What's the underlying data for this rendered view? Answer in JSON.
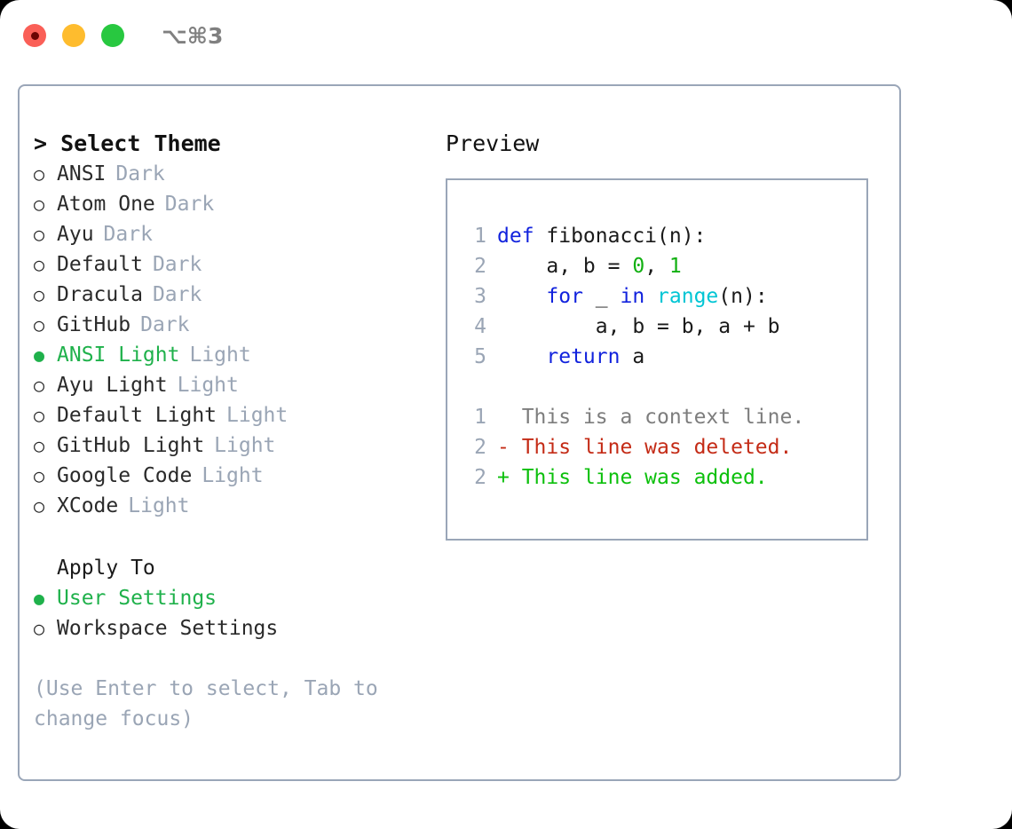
{
  "titlebar": {
    "shortcut": "⌥⌘3",
    "buttons": [
      {
        "name": "close",
        "color": "#fa5f57"
      },
      {
        "name": "minimize",
        "color": "#febc2e"
      },
      {
        "name": "zoom",
        "color": "#28c840"
      }
    ]
  },
  "colors": {
    "accent_green": "#1fb14b",
    "muted": "#9aa5b5",
    "border": "#9aa6b8",
    "keyword": "#1122dd",
    "builtin": "#00c5d4",
    "number": "#12b012",
    "diff_add": "#0cc00c",
    "diff_del": "#c42b16",
    "diff_ctx": "#7d7d7d"
  },
  "left": {
    "title": "> Select Theme",
    "themes": [
      {
        "marker": "○",
        "name": "ANSI",
        "variant": "Dark",
        "selected": false
      },
      {
        "marker": "○",
        "name": "Atom One",
        "variant": "Dark",
        "selected": false
      },
      {
        "marker": "○",
        "name": "Ayu",
        "variant": "Dark",
        "selected": false
      },
      {
        "marker": "○",
        "name": "Default",
        "variant": "Dark",
        "selected": false
      },
      {
        "marker": "○",
        "name": "Dracula",
        "variant": "Dark",
        "selected": false
      },
      {
        "marker": "○",
        "name": "GitHub",
        "variant": "Dark",
        "selected": false
      },
      {
        "marker": "●",
        "name": "ANSI Light",
        "variant": "Light",
        "selected": true
      },
      {
        "marker": "○",
        "name": "Ayu Light",
        "variant": "Light",
        "selected": false
      },
      {
        "marker": "○",
        "name": "Default Light",
        "variant": "Light",
        "selected": false
      },
      {
        "marker": "○",
        "name": "GitHub Light",
        "variant": "Light",
        "selected": false
      },
      {
        "marker": "○",
        "name": "Google Code",
        "variant": "Light",
        "selected": false
      },
      {
        "marker": "○",
        "name": "XCode",
        "variant": "Light",
        "selected": false
      }
    ],
    "apply_to_title": "Apply To",
    "apply_to": [
      {
        "marker": "●",
        "name": "User Settings",
        "selected": true
      },
      {
        "marker": "○",
        "name": "Workspace Settings",
        "selected": false
      }
    ],
    "hint": "(Use Enter to select, Tab to change focus)"
  },
  "right": {
    "title": "Preview",
    "code_lines": [
      {
        "num": "1",
        "tokens": [
          {
            "t": "def",
            "c": "kw"
          },
          {
            "t": " fibonacci(n):",
            "c": "plain"
          }
        ]
      },
      {
        "num": "2",
        "tokens": [
          {
            "t": "    a, b = ",
            "c": "plain"
          },
          {
            "t": "0",
            "c": "num"
          },
          {
            "t": ", ",
            "c": "plain"
          },
          {
            "t": "1",
            "c": "num"
          }
        ]
      },
      {
        "num": "3",
        "tokens": [
          {
            "t": "    ",
            "c": "plain"
          },
          {
            "t": "for",
            "c": "kw"
          },
          {
            "t": " _ ",
            "c": "plain"
          },
          {
            "t": "in",
            "c": "kw"
          },
          {
            "t": " ",
            "c": "plain"
          },
          {
            "t": "range",
            "c": "bi"
          },
          {
            "t": "(n):",
            "c": "plain"
          }
        ]
      },
      {
        "num": "4",
        "tokens": [
          {
            "t": "        a, b = b, a + b",
            "c": "plain"
          }
        ]
      },
      {
        "num": "5",
        "tokens": [
          {
            "t": "    ",
            "c": "plain"
          },
          {
            "t": "return",
            "c": "kw"
          },
          {
            "t": " a",
            "c": "plain"
          }
        ]
      }
    ],
    "diff_lines": [
      {
        "num": "1",
        "sign": "  ",
        "text": "This is a context line.",
        "kind": "ctx"
      },
      {
        "num": "2",
        "sign": "- ",
        "text": "This line was deleted.",
        "kind": "del"
      },
      {
        "num": "2",
        "sign": "+ ",
        "text": "This line was added.",
        "kind": "add"
      }
    ]
  }
}
